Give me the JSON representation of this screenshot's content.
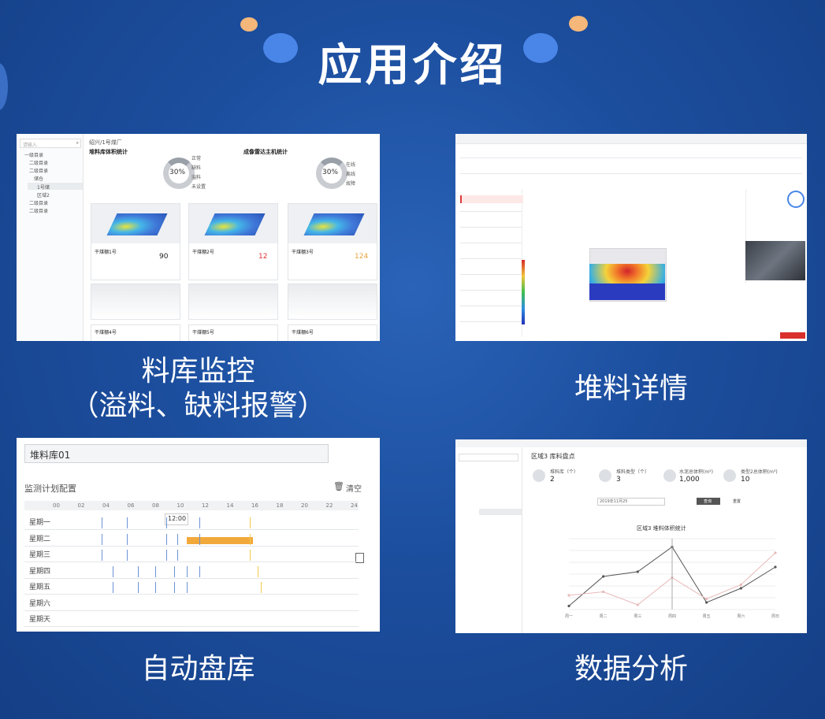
{
  "page_title": "应用介绍",
  "colors": {
    "bg": "#1c4e9e",
    "accent_blue": "#4a86e8",
    "accent_orange": "#f5b77a",
    "highlight": "#f2a93b"
  },
  "sections": [
    {
      "caption_line1": "料库监控",
      "caption_line2": "（溢料、缺料报警）"
    },
    {
      "caption_line1": "堆料详情",
      "caption_line2": ""
    },
    {
      "caption_line1": "自动盘库",
      "caption_line2": ""
    },
    {
      "caption_line1": "数据分析",
      "caption_line2": ""
    }
  ],
  "panel1": {
    "search_placeholder": "请输入",
    "breadcrumb": "绍兴/1号煤厂",
    "tree": [
      "一级目录",
      "二级目录",
      "二级目录",
      "储仓",
      "1号储",
      "区域2",
      "二级目录",
      "二级目录"
    ],
    "stat_left": "堆料库体积统计",
    "stat_right": "成像雷达主机统计",
    "donut_left": "30%",
    "donut_right": "30%",
    "legend_left": [
      "正常",
      "缺料",
      "溢料",
      "未设置"
    ],
    "legend_right": [
      "在线",
      "离线",
      "故障"
    ],
    "cards": [
      {
        "name": "干煤棚1号",
        "value": "90"
      },
      {
        "name": "干煤棚2号",
        "value": "12"
      },
      {
        "name": "干煤棚3号",
        "value": "124"
      },
      {
        "name": "干煤棚4号",
        "value": ""
      },
      {
        "name": "干煤棚5号",
        "value": ""
      },
      {
        "name": "干煤棚6号",
        "value": ""
      }
    ]
  },
  "panel3": {
    "warehouse": "堆料库01",
    "plan_title": "监测计划配置",
    "clear_label": "清空",
    "hours": [
      "00",
      "02",
      "04",
      "06",
      "08",
      "10",
      "12",
      "14",
      "16",
      "18",
      "20",
      "22",
      "24"
    ],
    "days": [
      "星期一",
      "星期二",
      "星期三",
      "星期四",
      "星期五",
      "星期六",
      "星期天"
    ],
    "time_tooltip": "12:00"
  },
  "panel4": {
    "title": "区域3 库料盘点",
    "kpis": [
      {
        "label": "堆料库（个）",
        "value": "2"
      },
      {
        "label": "堆料类型（个）",
        "value": "3"
      },
      {
        "label": "水泥总体积(m³)",
        "value": "1,000"
      },
      {
        "label": "类型2总体积(m³)",
        "value": "10"
      }
    ],
    "date": "2019年11月25",
    "query_label": "查询",
    "reset_label": "重置",
    "chart_title": "区域3 堆料体积统计"
  },
  "chart_data": {
    "type": "line",
    "title": "区域3 堆料体积统计",
    "categories": [
      "周一",
      "周二",
      "周三",
      "周四",
      "周五",
      "周六",
      "周日"
    ],
    "series": [
      {
        "values": [
          30,
          280,
          320,
          530,
          60,
          180,
          360
        ]
      },
      {
        "values": [
          120,
          150,
          40,
          270,
          90,
          210,
          480
        ]
      }
    ],
    "ylim": [
      0,
      600
    ]
  }
}
